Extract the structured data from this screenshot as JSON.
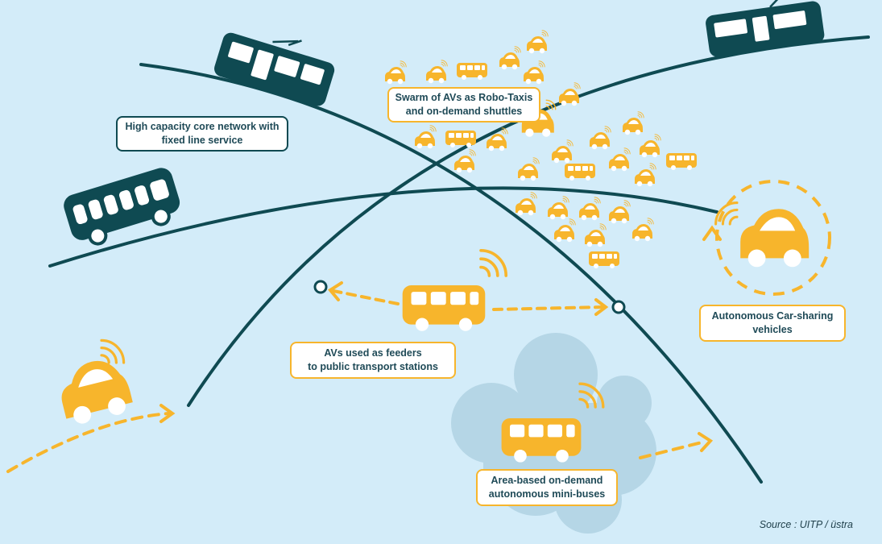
{
  "labels": {
    "core_network": [
      "High capacity core network with",
      "fixed line service"
    ],
    "swarm": [
      "Swarm of AVs as Robo-Taxis",
      "and on-demand shuttles"
    ],
    "feeders": [
      "AVs used as feeders",
      "to public transport stations"
    ],
    "car_sharing": [
      "Autonomous Car-sharing",
      "vehicles"
    ],
    "mini_buses": [
      "Area-based on-demand",
      "autonomous mini-buses"
    ]
  },
  "source": "Source : UITP / üstra",
  "icons": [
    "tram-icon",
    "bus-icon",
    "robo-taxi-icon",
    "shuttle-icon",
    "car-sharing-icon",
    "mini-bus-icon",
    "feeder-shuttle-icon",
    "wireless-signal-icon",
    "station-node-icon",
    "dashed-arrow-icon",
    "cloud-area-icon"
  ],
  "colors": {
    "background": "#d3ecf9",
    "network_lines": "#0f4a52",
    "autonomous_vehicles": "#f7b52c",
    "cloud": "#b5d6e6",
    "label_text": "#1f4a57"
  }
}
